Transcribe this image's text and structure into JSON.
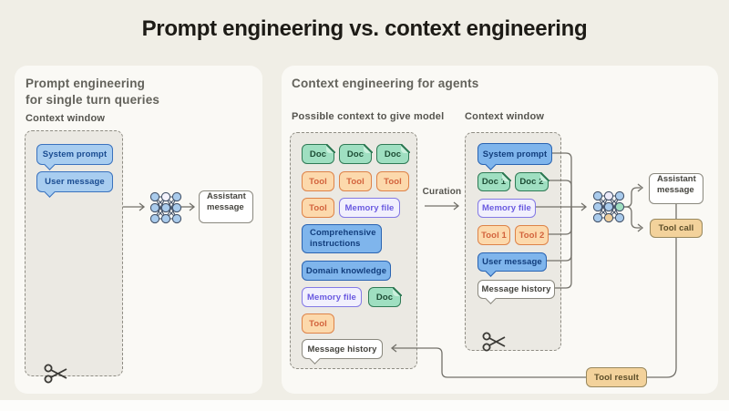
{
  "title": "Prompt engineering vs. context engineering",
  "colors": {
    "page_bg": "#F0EEE6",
    "card_bg": "#FAF9F5",
    "context_window_fill": "#EBE9E3",
    "blue_light": "#A8CDF0",
    "blue": "#7FB5EC",
    "green_doc": "#9FDFC1",
    "orange_tool": "#FCD9AC",
    "purple_memory": "#F1F0FD",
    "tan_tool_call": "#F3D29B",
    "line": "#73716A"
  },
  "icons": {
    "model": "network-icon",
    "truncation": "scissors-icon"
  },
  "left": {
    "heading1": "Prompt engineering",
    "heading2": "for single turn queries",
    "context_window_label": "Context window",
    "chips": {
      "system_prompt": "System prompt",
      "user_message": "User message"
    },
    "assistant_message": "Assistant message"
  },
  "right": {
    "heading": "Context engineering for agents",
    "possible_label": "Possible context to give model",
    "window_label": "Context window",
    "curation_label": "Curation",
    "possible": {
      "doc": "Doc",
      "tool": "Tool",
      "memory_file": "Memory file",
      "comprehensive1": "Comprehensive",
      "comprehensive2": "instructions",
      "domain_knowledge": "Domain knowledge",
      "message_history": "Message history"
    },
    "window": {
      "system_prompt": "System prompt",
      "doc1": "Doc 1",
      "doc2": "Doc 2",
      "memory_file": "Memory file",
      "tool1": "Tool 1",
      "tool2": "Tool 2",
      "user_message": "User message",
      "message_history": "Message history"
    },
    "assistant_message": "Assistant message",
    "tool_call": "Tool call",
    "tool_result": "Tool result"
  }
}
